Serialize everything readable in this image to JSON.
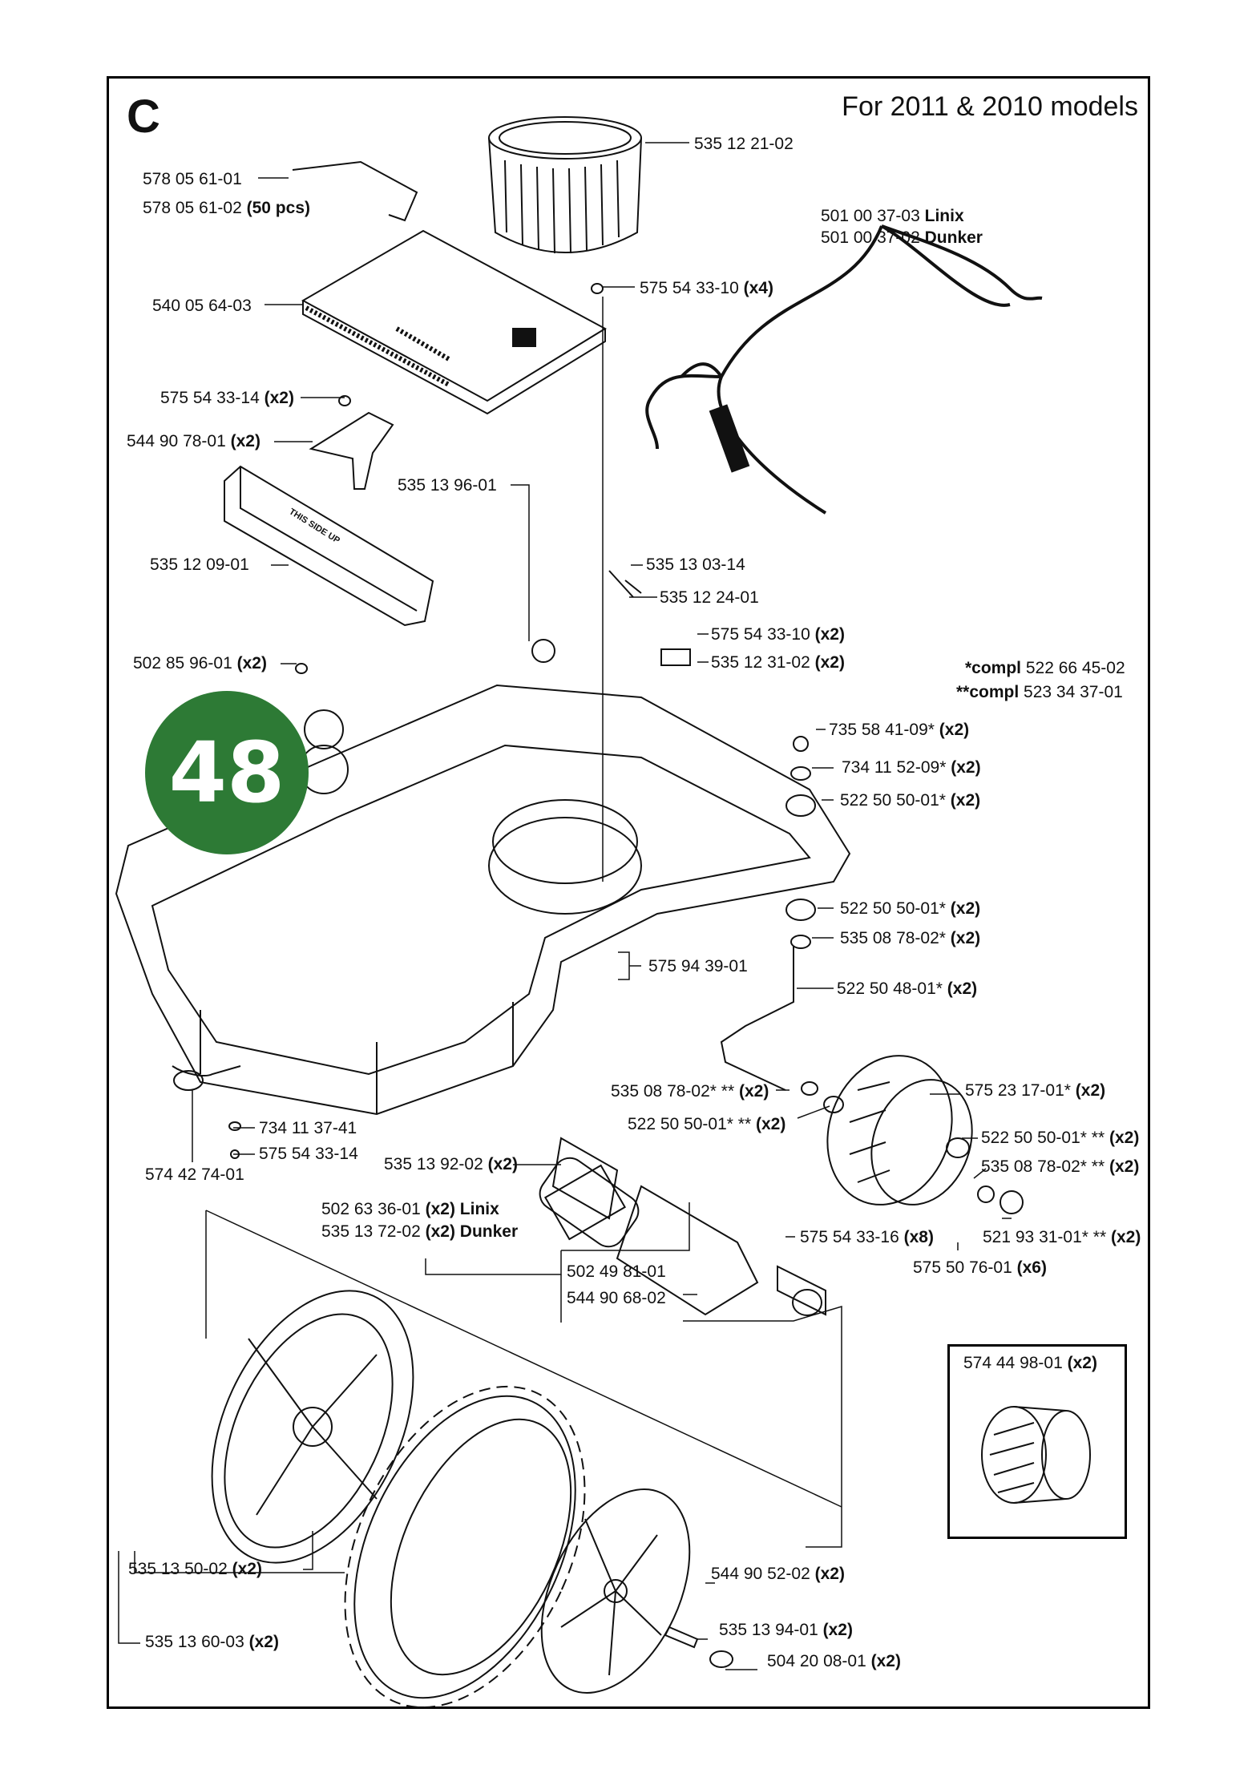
{
  "section_letter": "C",
  "subtitle": "For 2011 & 2010 models",
  "page_number": "48",
  "notes": {
    "compl_1_prefix": "*compl",
    "compl_1_value": "522 66 45-02",
    "compl_2_prefix": "**compl",
    "compl_2_value": "523 34 37-01"
  },
  "parts": [
    {
      "id": "p01",
      "number": "535 12 21-02",
      "qty": ""
    },
    {
      "id": "p02",
      "number": "578 05 61-01",
      "qty": ""
    },
    {
      "id": "p03",
      "number": "578 05 61-02",
      "qty": "(50 pcs)"
    },
    {
      "id": "p04",
      "number": "501 00 37-03",
      "qty": "Linix"
    },
    {
      "id": "p05",
      "number": "501 00 37-02",
      "qty": "Dunker"
    },
    {
      "id": "p06",
      "number": "575 54 33-10",
      "qty": "(x4)"
    },
    {
      "id": "p07",
      "number": "540 05 64-03",
      "qty": ""
    },
    {
      "id": "p08",
      "number": "575 54 33-14",
      "qty": "(x2)"
    },
    {
      "id": "p09",
      "number": "544 90 78-01",
      "qty": "(x2)"
    },
    {
      "id": "p10",
      "number": "535 13 96-01",
      "qty": ""
    },
    {
      "id": "p11",
      "number": "535 12 09-01",
      "qty": ""
    },
    {
      "id": "p12",
      "number": "535 13 03-14",
      "qty": ""
    },
    {
      "id": "p13",
      "number": "535 12 24-01",
      "qty": ""
    },
    {
      "id": "p14",
      "number": "575 54 33-10",
      "qty": "(x2)"
    },
    {
      "id": "p15",
      "number": "535 12 31-02",
      "qty": "(x2)"
    },
    {
      "id": "p16",
      "number": "502 85 96-01",
      "qty": "(x2)"
    },
    {
      "id": "p17",
      "number": "735 58 41-09*",
      "qty": "(x2)"
    },
    {
      "id": "p18",
      "number": "734 11 52-09*",
      "qty": "(x2)"
    },
    {
      "id": "p19",
      "number": "522 50 50-01*",
      "qty": "(x2)"
    },
    {
      "id": "p20",
      "number": "522 50 50-01*",
      "qty": "(x2)"
    },
    {
      "id": "p21",
      "number": "535 08 78-02*",
      "qty": "(x2)"
    },
    {
      "id": "p22",
      "number": "575 94 39-01",
      "qty": ""
    },
    {
      "id": "p23",
      "number": "522 50 48-01*",
      "qty": "(x2)"
    },
    {
      "id": "p24",
      "number": "535 08 78-02* **",
      "qty": "(x2)"
    },
    {
      "id": "p25",
      "number": "575 23 17-01*",
      "qty": "(x2)"
    },
    {
      "id": "p26",
      "number": "522 50 50-01* **",
      "qty": "(x2)"
    },
    {
      "id": "p27",
      "number": "522 50 50-01* **",
      "qty": "(x2)"
    },
    {
      "id": "p28",
      "number": "535 08 78-02* **",
      "qty": "(x2)"
    },
    {
      "id": "p29",
      "number": "734 11 37-41",
      "qty": ""
    },
    {
      "id": "p30",
      "number": "575 54 33-14",
      "qty": ""
    },
    {
      "id": "p31",
      "number": "574 42 74-01",
      "qty": ""
    },
    {
      "id": "p32",
      "number": "535 13 92-02",
      "qty": "(x2)"
    },
    {
      "id": "p33",
      "number": "502 63 36-01",
      "qty": "(x2) Linix"
    },
    {
      "id": "p34",
      "number": "535 13 72-02",
      "qty": "(x2) Dunker"
    },
    {
      "id": "p35",
      "number": "575 54 33-16",
      "qty": "(x8)"
    },
    {
      "id": "p36",
      "number": "521 93 31-01* **",
      "qty": "(x2)"
    },
    {
      "id": "p37",
      "number": "575 50 76-01",
      "qty": "(x6)"
    },
    {
      "id": "p38",
      "number": "502 49 81-01",
      "qty": ""
    },
    {
      "id": "p39",
      "number": "544 90 68-02",
      "qty": ""
    },
    {
      "id": "p40",
      "number": "574 44 98-01",
      "qty": "(x2)"
    },
    {
      "id": "p41",
      "number": "535 13 50-02",
      "qty": "(x2)"
    },
    {
      "id": "p42",
      "number": "544 90 52-02",
      "qty": "(x2)"
    },
    {
      "id": "p43",
      "number": "535 13 60-03",
      "qty": "(x2)"
    },
    {
      "id": "p44",
      "number": "535 13 94-01",
      "qty": "(x2)"
    },
    {
      "id": "p45",
      "number": "504 20 08-01",
      "qty": "(x2)"
    }
  ],
  "battery_print": "THIS SIDE UP"
}
